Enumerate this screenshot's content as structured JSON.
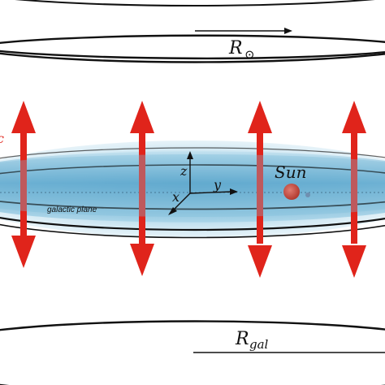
{
  "labels": {
    "r_sun_main": "R",
    "r_sun_sub": "⊙",
    "r_gal_main": "R",
    "r_gal_sub": "gal",
    "axis_z": "z",
    "axis_y": "y",
    "axis_x": "x",
    "sun": "Sun",
    "galactic_plane": "galactic plane",
    "left_edge_fragment": "c"
  },
  "colors": {
    "arrow_red": "#e0241b",
    "disk_blue": "#4aa3cc",
    "ink": "#111111",
    "sun_red": "#c8423a",
    "planet_blue": "#6f8fb0"
  }
}
